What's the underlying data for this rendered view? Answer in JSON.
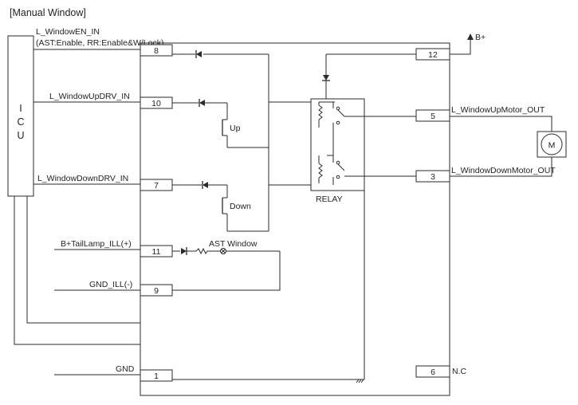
{
  "title": "[Manual Window]",
  "icu": {
    "label_lines": [
      "I",
      "C",
      "U"
    ]
  },
  "signals": {
    "window_en": "L_WindowEN_IN",
    "window_en_note": "(AST:Enable, RR:Enable&W/Lock)",
    "window_up_drv": "L_WindowUpDRV_IN",
    "window_down_drv": "L_WindowDownDRV_IN",
    "taillamp": "B+TailLamp_ILL(+)",
    "gnd_ill": "GND_ILL(-)",
    "gnd": "GND",
    "b_plus": "B+",
    "motor_up_out": "L_WindowUpMotor_OUT",
    "motor_down_out": "L_WindowDownMotor_OUT",
    "nc": "N.C"
  },
  "pins": {
    "en": "8",
    "up_drv": "10",
    "down_drv": "7",
    "taillamp": "11",
    "gnd_ill": "9",
    "gnd": "1",
    "b_plus": "12",
    "motor_up": "5",
    "motor_down": "3",
    "nc": "6"
  },
  "components": {
    "switch_up": "Up",
    "switch_down": "Down",
    "illumination": "AST Window",
    "relay": "RELAY",
    "motor": "M"
  }
}
